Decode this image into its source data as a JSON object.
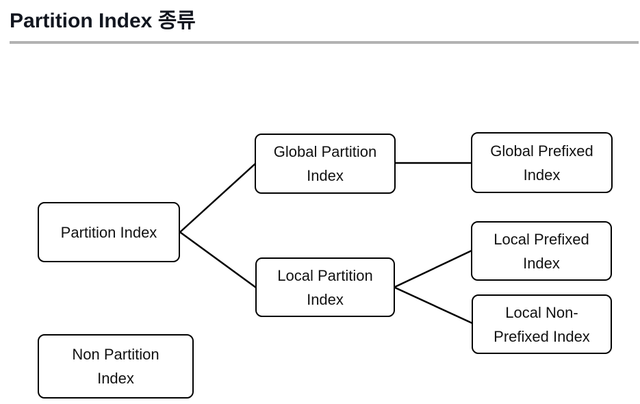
{
  "page": {
    "title": "Partition Index 종류"
  },
  "diagram": {
    "nodes": [
      {
        "id": "partition-index",
        "label": "Partition Index"
      },
      {
        "id": "global-partition-index",
        "label": "Global Partition\nIndex"
      },
      {
        "id": "global-prefixed-index",
        "label": "Global Prefixed\nIndex"
      },
      {
        "id": "local-partition-index",
        "label": "Local Partition\nIndex"
      },
      {
        "id": "local-prefixed-index",
        "label": "Local Prefixed\nIndex"
      },
      {
        "id": "local-non-prefixed-index",
        "label": "Local Non-\nPrefixed Index"
      },
      {
        "id": "non-partition-index",
        "label": "Non Partition\nIndex"
      }
    ],
    "edges": [
      {
        "from": "partition-index",
        "to": "global-partition-index"
      },
      {
        "from": "partition-index",
        "to": "local-partition-index"
      },
      {
        "from": "global-partition-index",
        "to": "global-prefixed-index"
      },
      {
        "from": "local-partition-index",
        "to": "local-prefixed-index"
      },
      {
        "from": "local-partition-index",
        "to": "local-non-prefixed-index"
      }
    ],
    "colors": {
      "box_fill": "#ffffff",
      "box_border": "#000000",
      "text": "#111111",
      "connector": "#000000",
      "divider": "#b2b2b2",
      "title_text": "#12161f"
    }
  }
}
